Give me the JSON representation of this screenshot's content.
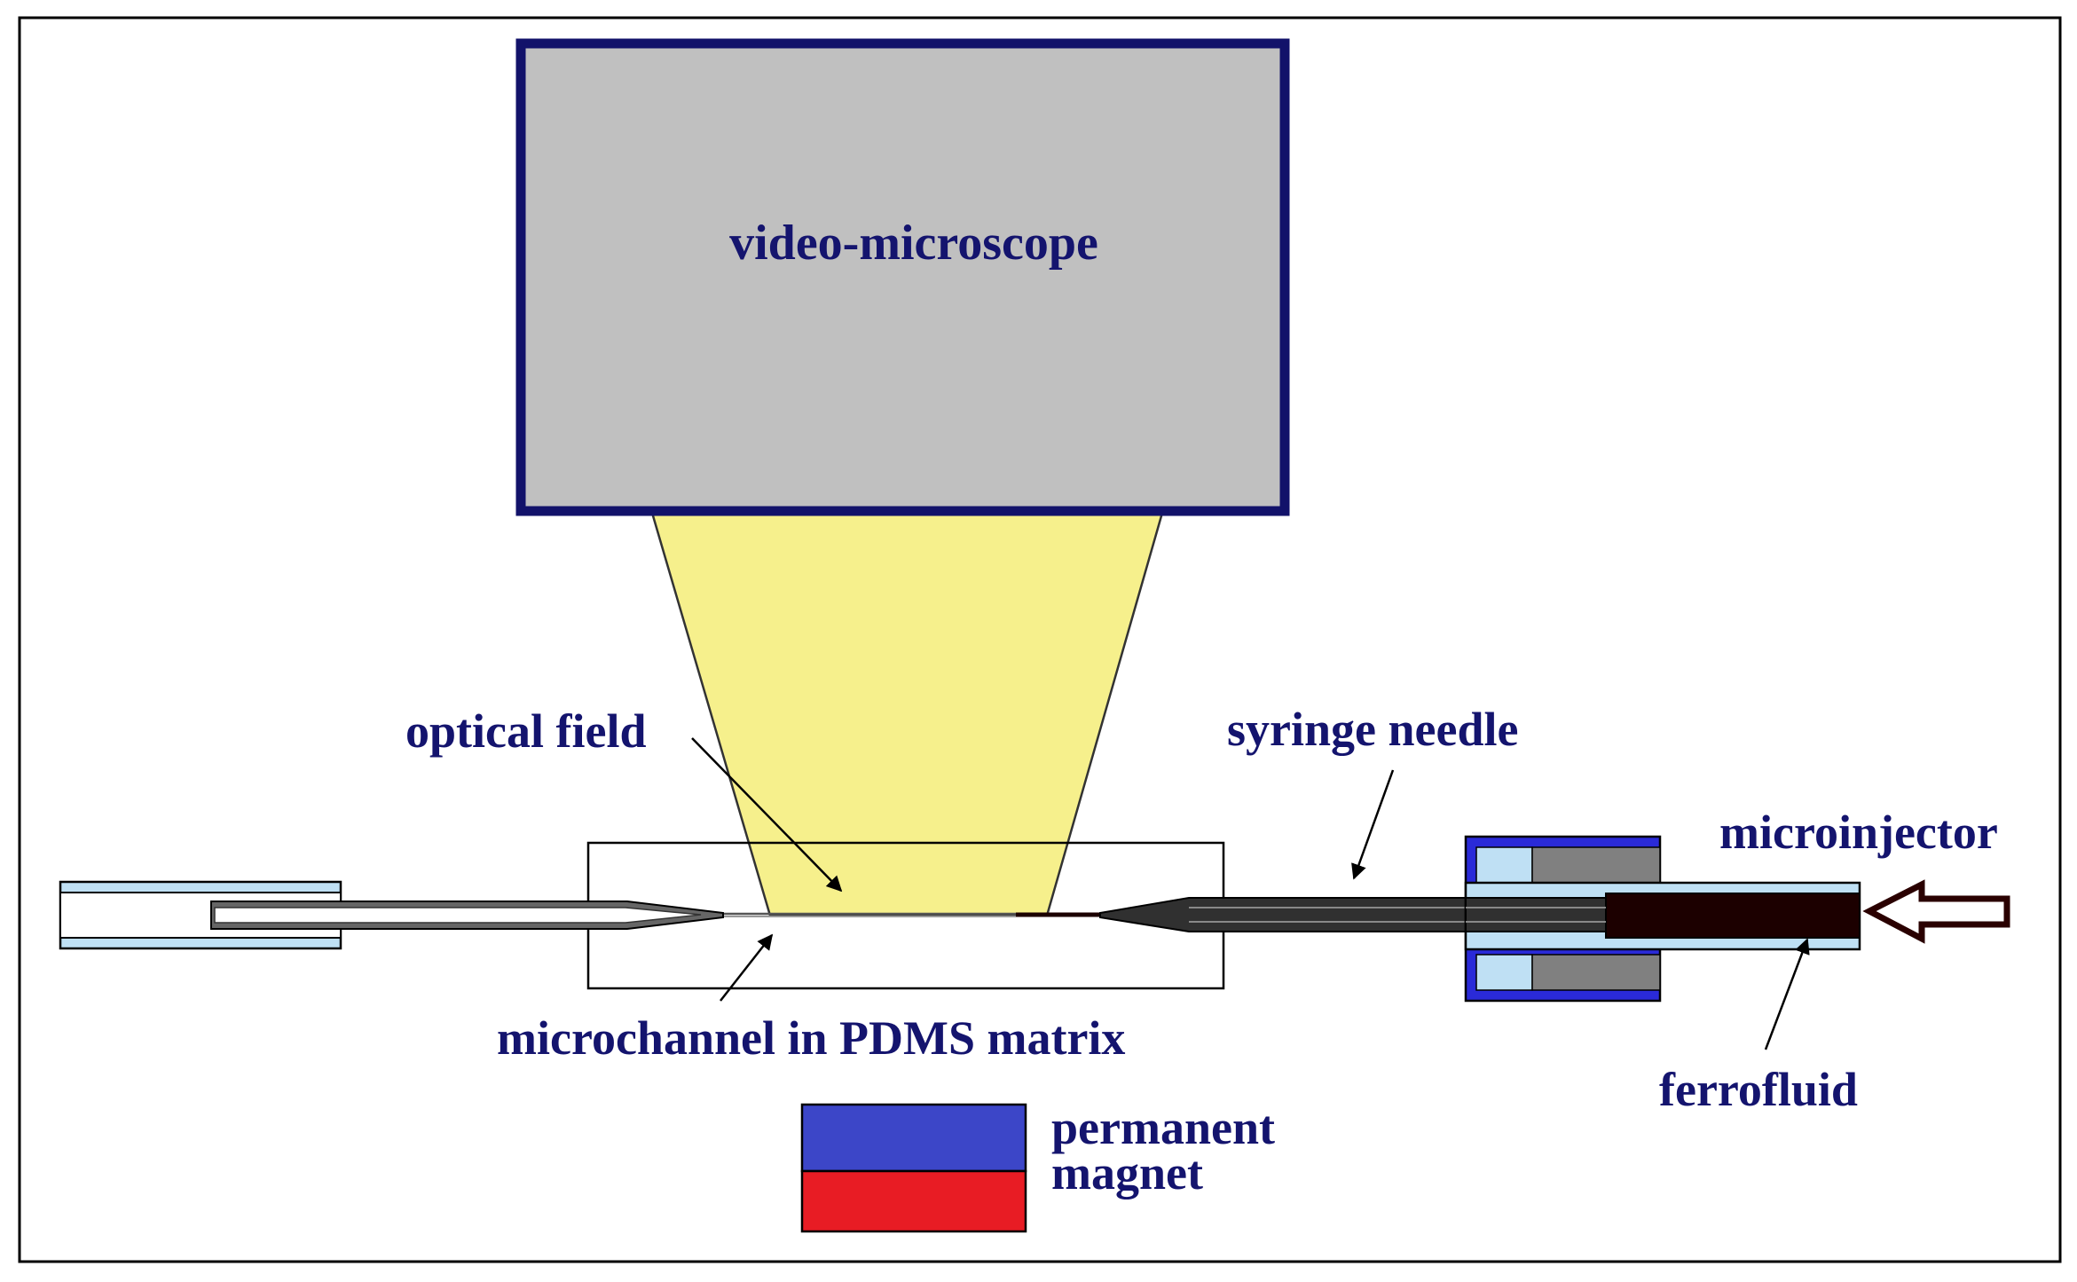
{
  "labels": {
    "microscope": "video-microscope",
    "optical_field": "optical field",
    "syringe_needle": "syringe needle",
    "microinjector": "microinjector",
    "microchannel": "microchannel in PDMS matrix",
    "ferrofluid": "ferrofluid",
    "magnet_line1": "permanent",
    "magnet_line2": "magnet"
  },
  "colors": {
    "frame": "#000000",
    "label_text": "#14146e",
    "microscope_fill": "#c0c0c0",
    "microscope_border": "#12126a",
    "light_cone": "#f6f08c",
    "tube_outer": "#bfe0f4",
    "injector_body": "#2a2ad8",
    "injector_inner": "#808080",
    "ferrofluid": "#1c0000",
    "magnet_north": "#3c46c8",
    "magnet_south": "#e81c24"
  }
}
